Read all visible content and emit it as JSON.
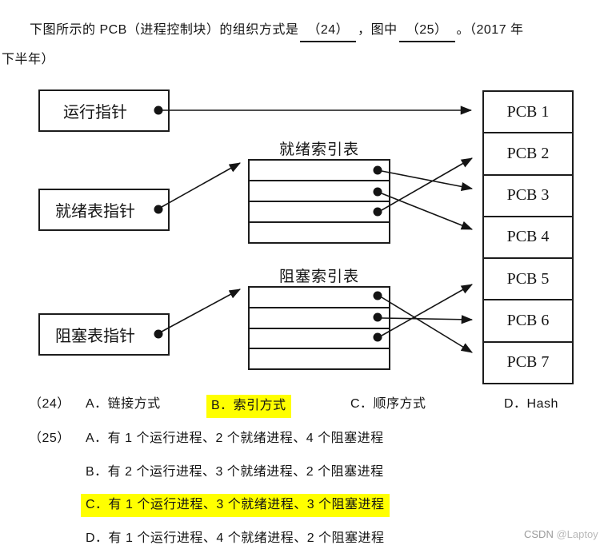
{
  "question": {
    "line1_prefix": "下图所示的 PCB（进程控制块）的组织方式是",
    "blank1": "（24）",
    "line1_mid": "，图中",
    "blank2": "（25）",
    "line1_suffix": "。（2017 年",
    "line2": "下半年）"
  },
  "diagram": {
    "run_pointer_label": "运行指针",
    "ready_pointer_label": "就绪表指针",
    "blocked_pointer_label": "阻塞表指针",
    "ready_index_table": {
      "title": "就绪索引表",
      "row_count": 4,
      "rows_with_dots": 3
    },
    "blocked_index_table": {
      "title": "阻塞索引表",
      "row_count": 4,
      "rows_with_dots": 3
    },
    "pcb_table": {
      "rows": [
        "PCB 1",
        "PCB 2",
        "PCB 3",
        "PCB 4",
        "PCB 5",
        "PCB 6",
        "PCB 7"
      ]
    },
    "connections": [
      {
        "from": "run-pointer",
        "to": "PCB 1"
      },
      {
        "from": "ready-pointer",
        "to": "ready-index-table"
      },
      {
        "from": "blocked-pointer",
        "to": "blocked-index-table"
      },
      {
        "from": "ready-index-row-1",
        "to": "PCB 3"
      },
      {
        "from": "ready-index-row-2",
        "to": "PCB 4"
      },
      {
        "from": "ready-index-row-3",
        "to": "PCB 2"
      },
      {
        "from": "blocked-index-row-1",
        "to": "PCB 7"
      },
      {
        "from": "blocked-index-row-2",
        "to": "PCB 6"
      },
      {
        "from": "blocked-index-row-3",
        "to": "PCB 5"
      }
    ]
  },
  "q24": {
    "number": "（24）",
    "a": "A．链接方式",
    "b": "B．索引方式",
    "c": "C．顺序方式",
    "d": "D．Hash",
    "highlighted_option": "B"
  },
  "q25": {
    "number": "（25）",
    "a": "A．有 1 个运行进程、2 个就绪进程、4 个阻塞进程",
    "b": "B．有 2 个运行进程、3 个就绪进程、2 个阻塞进程",
    "c": "C．有 1 个运行进程、3 个就绪进程、3 个阻塞进程",
    "d": "D．有 1 个运行进程、4 个就绪进程、2 个阻塞进程",
    "highlighted_option": "C"
  },
  "watermark": {
    "brand": "CSDN ",
    "user": "@Laptoy"
  },
  "colors": {
    "highlight": "#ffff00",
    "line": "#1c1c1c",
    "watermark": "#9b9b9b"
  }
}
